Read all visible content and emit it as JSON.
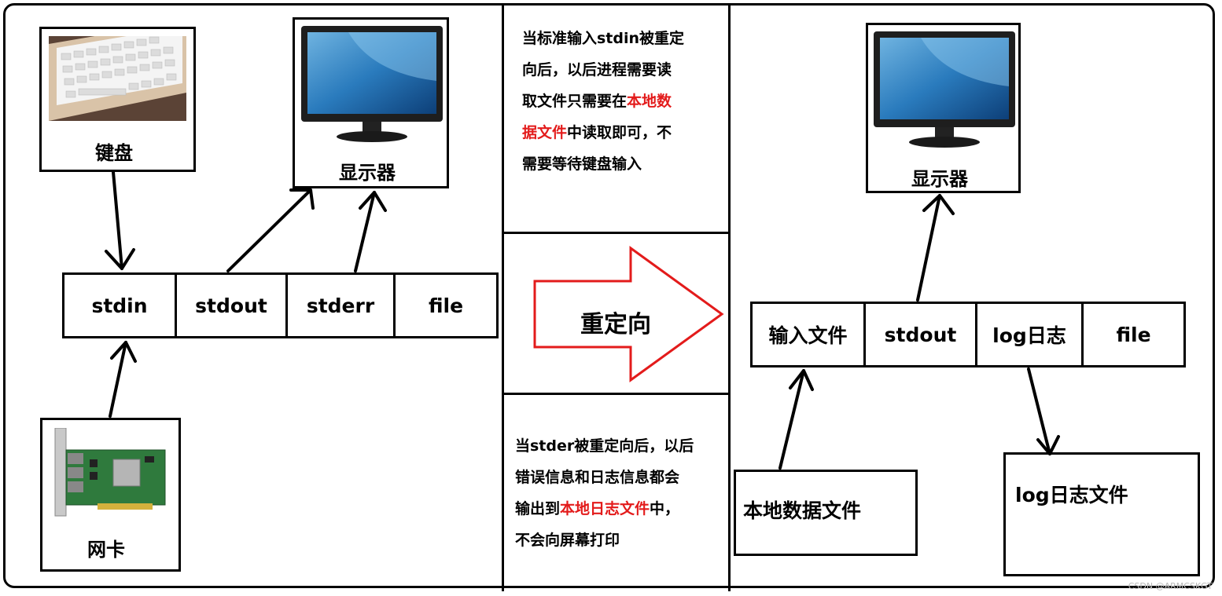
{
  "left": {
    "keyboard_label": "键盘",
    "monitor_label": "显示器",
    "nic_label": "网卡",
    "fd_cells": [
      "stdin",
      "stdout",
      "stderr",
      "file"
    ]
  },
  "middle": {
    "note_top": {
      "line1": "当标准输入stdin被重定",
      "line2": "向后，以后进程需要读",
      "line3_prefix": "取文件只需要在",
      "line3_highlight": "本地数",
      "line4_highlight": "据文件",
      "line4_suffix": "中读取即可，不",
      "line5": "需要等待键盘输入"
    },
    "redirect_label": "重定向",
    "note_bottom": {
      "line1": "当stder被重定向后，以后",
      "line2": "错误信息和日志信息都会",
      "line3_prefix": "输出到",
      "line3_highlight": "本地日志文件",
      "line3_suffix": "中，",
      "line4": "不会向屏幕打印"
    },
    "highlight_color": "#e31b1b",
    "arrow_color": "#e31b1b"
  },
  "right": {
    "monitor_label": "显示器",
    "fd_cells": [
      "输入文件",
      "stdout",
      "log日志",
      "file"
    ],
    "local_data_file": "本地数据文件",
    "log_file": "log日志文件"
  },
  "watermark": "CSDN @ARMCSKGT"
}
